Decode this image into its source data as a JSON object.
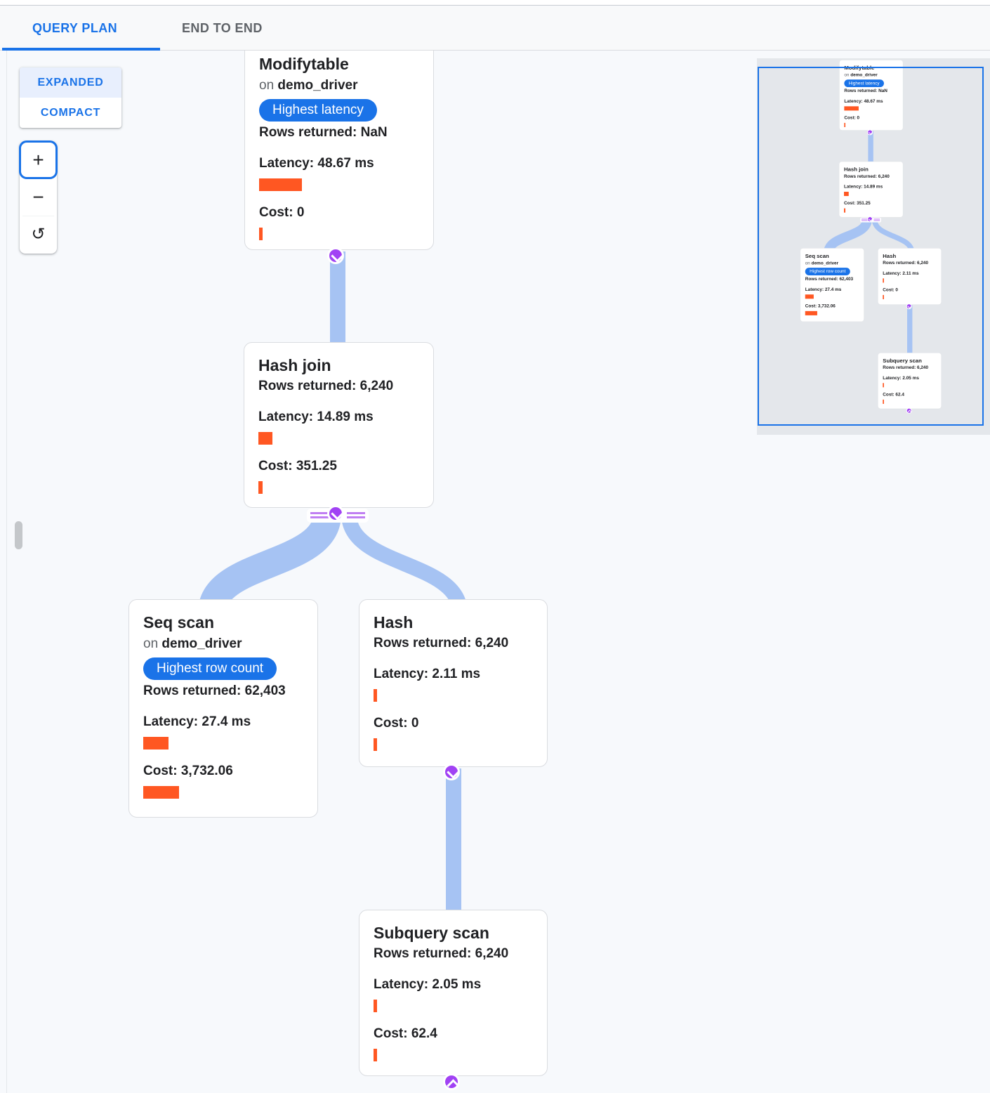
{
  "tabs": {
    "query_plan": "QUERY PLAN",
    "end_to_end": "END TO END",
    "active": "QUERY PLAN"
  },
  "view_toggle": {
    "expanded": "EXPANDED",
    "compact": "COMPACT",
    "selected": "EXPANDED"
  },
  "zoom_controls": {
    "zoom_in": "+",
    "zoom_out": "−",
    "reset": "↺"
  },
  "colors": {
    "accent_blue": "#1a73e8",
    "badge_blue": "#1a73e8",
    "bar_orange": "#ff5722",
    "edge_blue": "#a6c3f3",
    "expand_purple": "#a142f4",
    "canvas_bg": "#f7f9fc",
    "minimap_bg": "#e4e7eb"
  },
  "nodes": [
    {
      "title": "Modifytable",
      "on_prefix": "on",
      "table": "demo_driver",
      "badge": "Highest latency",
      "rows": "Rows returned: NaN",
      "latency": "Latency: 48.67 ms",
      "cost": "Cost: 0",
      "bars": {
        "latency": "61px",
        "cost": "5px"
      }
    },
    {
      "title": "Hash join",
      "rows": "Rows returned: 6,240",
      "latency": "Latency: 14.89 ms",
      "cost": "Cost: 351.25",
      "bars": {
        "latency": "20px",
        "cost": "6px"
      }
    },
    {
      "title": "Seq scan",
      "on_prefix": "on",
      "table": "demo_driver",
      "badge": "Highest row count",
      "rows": "Rows returned: 62,403",
      "latency": "Latency: 27.4 ms",
      "cost": "Cost: 3,732.06",
      "bars": {
        "latency": "36px",
        "cost": "51px"
      }
    },
    {
      "title": "Hash",
      "rows": "Rows returned: 6,240",
      "latency": "Latency: 2.11 ms",
      "cost": "Cost: 0",
      "bars": {
        "latency": "5px",
        "cost": "5px"
      }
    },
    {
      "title": "Subquery scan",
      "rows": "Rows returned: 6,240",
      "latency": "Latency: 2.05 ms",
      "cost": "Cost: 62.4",
      "bars": {
        "latency": "5px",
        "cost": "5px"
      }
    }
  ]
}
